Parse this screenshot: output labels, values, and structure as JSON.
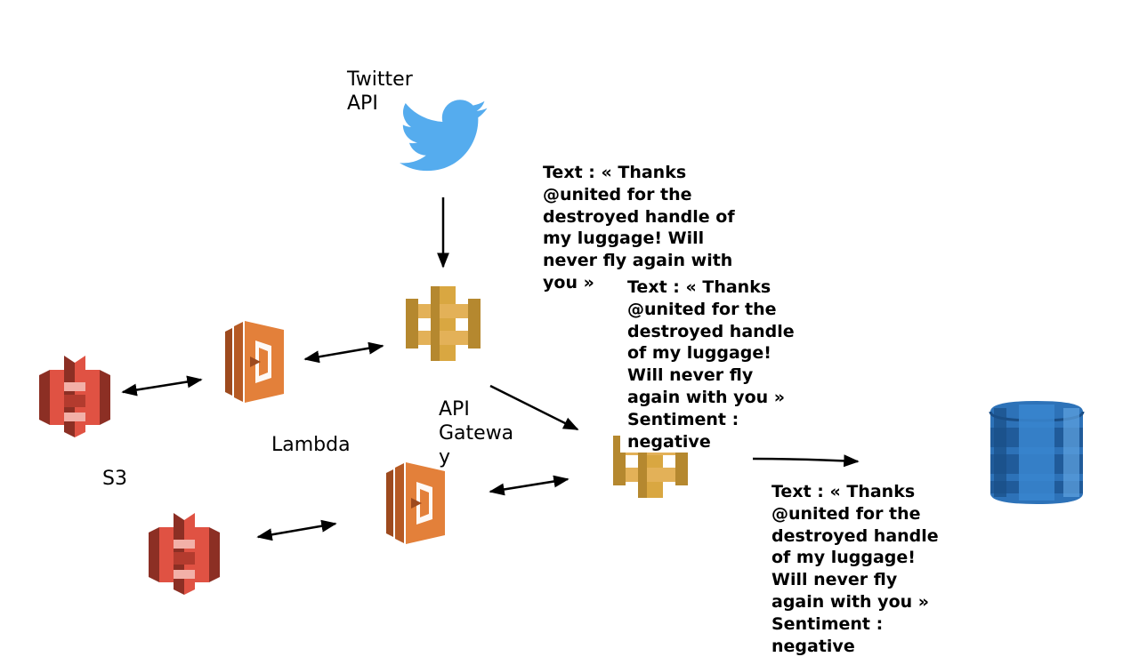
{
  "labels": {
    "twitter": "Twitter\nAPI",
    "lambda": "Lambda",
    "s3": "S3",
    "api_gateway": "API\nGatewa\ny"
  },
  "bubbles": {
    "tweet_raw": "Text : « Thanks\n@united for the\ndestroyed handle of\nmy luggage! Will\nnever fly again with\nyou »",
    "tweet_sentiment": "Text : « Thanks\n@united for the\ndestroyed handle\nof my luggage!\nWill never fly\nagain with you »\nSentiment :\nnegative",
    "tweet_stored": "Text : « Thanks\n@united for the\ndestroyed handle\nof my luggage!\nWill never fly\nagain with you »\nSentiment :\nnegative"
  },
  "icons": {
    "twitter": "twitter-bird-icon",
    "api_gateway": "aws-api-gateway-icon",
    "lambda": "aws-lambda-icon",
    "s3": "aws-s3-bucket-icon",
    "dynamodb": "aws-dynamodb-icon"
  },
  "colors": {
    "twitter": "#55acee",
    "gateway": "#d9a741",
    "lambda": "#e3803a",
    "s3": "#e05243",
    "dynamodb": "#2d72b8"
  }
}
